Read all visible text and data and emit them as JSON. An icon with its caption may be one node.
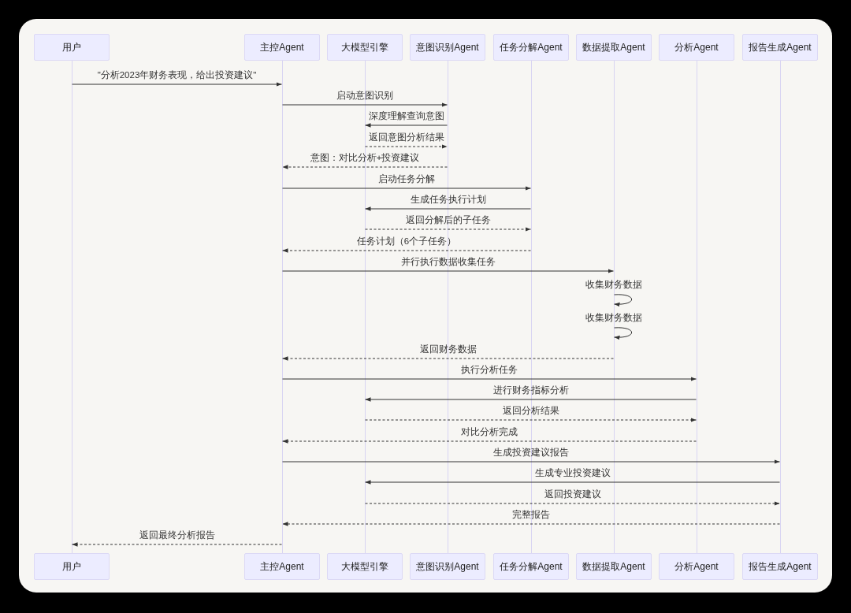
{
  "diagram": {
    "nodes": [
      {
        "text": [
          "用户"
        ]
      },
      {
        "text": [
          "主控Agent"
        ]
      },
      {
        "text": [
          "大模型引擎"
        ]
      },
      {
        "text": [
          "意图识别Agent"
        ]
      },
      {
        "text": [
          "任务分解Agent"
        ]
      },
      {
        "text": [
          "数据提取Agent"
        ]
      },
      {
        "text": [
          "分析Agent"
        ]
      },
      {
        "text": [
          "报告生成Agent"
        ]
      },
      {
        "text": [
          "用户"
        ]
      },
      {
        "text": [
          "主控Agent"
        ]
      },
      {
        "text": [
          "大模型引擎"
        ]
      },
      {
        "text": [
          "意图识别Agent"
        ]
      },
      {
        "text": [
          "任务分解Agent"
        ]
      },
      {
        "text": [
          "数据提取Agent"
        ]
      },
      {
        "text": [
          "分析Agent"
        ]
      },
      {
        "text": [
          "报告生成Agent"
        ]
      },
      {
        "text": [],
        "shape": "line"
      },
      {
        "text": [],
        "shape": "line"
      },
      {
        "text": [],
        "shape": "line"
      },
      {
        "text": [],
        "shape": "line"
      },
      {
        "text": [],
        "shape": "line"
      },
      {
        "text": [],
        "shape": "line"
      },
      {
        "text": [],
        "shape": "line"
      },
      {
        "text": [],
        "shape": "line"
      }
    ],
    "edges": [
      {
        "from": 16,
        "to": 17,
        "arrow": "to",
        "label": "\"分析2023年财务表现，给出投资建议\""
      },
      {
        "from": 17,
        "to": 19,
        "arrow": "to",
        "label": "启动意图识别"
      },
      {
        "from": 19,
        "to": 18,
        "arrow": "to",
        "label": "深度理解查询意图"
      },
      {
        "from": 18,
        "to": 19,
        "arrow": "to",
        "label": "返回意图分析结果",
        "style": "dashed"
      },
      {
        "from": 19,
        "to": 17,
        "arrow": "to",
        "label": "意图：对比分析+投资建议",
        "style": "dashed"
      },
      {
        "from": 17,
        "to": 20,
        "arrow": "to",
        "label": "启动任务分解"
      },
      {
        "from": 20,
        "to": 18,
        "arrow": "to",
        "label": "生成任务执行计划"
      },
      {
        "from": 18,
        "to": 20,
        "arrow": "to",
        "label": "返回分解后的子任务",
        "style": "dashed"
      },
      {
        "from": 20,
        "to": 17,
        "arrow": "to",
        "label": "任务计划（6个子任务）",
        "style": "dashed"
      },
      {
        "from": 17,
        "to": 21,
        "arrow": "to",
        "label": "并行执行数据收集任务"
      },
      {
        "from": 21,
        "to": 21,
        "arrow": "to",
        "label": "收集财务数据"
      },
      {
        "from": 21,
        "to": 21,
        "arrow": "to",
        "label": "收集财务数据"
      },
      {
        "from": 21,
        "to": 17,
        "arrow": "to",
        "label": "返回财务数据",
        "style": "dashed"
      },
      {
        "from": 17,
        "to": 22,
        "arrow": "to",
        "label": "执行分析任务"
      },
      {
        "from": 22,
        "to": 18,
        "arrow": "to",
        "label": "进行财务指标分析"
      },
      {
        "from": 18,
        "to": 22,
        "arrow": "to",
        "label": "返回分析结果",
        "style": "dashed"
      },
      {
        "from": 22,
        "to": 17,
        "arrow": "to",
        "label": "对比分析完成",
        "style": "dashed"
      },
      {
        "from": 17,
        "to": 23,
        "arrow": "to",
        "label": "生成投资建议报告"
      },
      {
        "from": 23,
        "to": 18,
        "arrow": "to",
        "label": "生成专业投资建议"
      },
      {
        "from": 18,
        "to": 23,
        "arrow": "to",
        "label": "返回投资建议",
        "style": "dashed"
      },
      {
        "from": 23,
        "to": 17,
        "arrow": "to",
        "label": "完整报告",
        "style": "dashed"
      },
      {
        "from": 17,
        "to": 16,
        "arrow": "to",
        "label": "返回最终分析报告",
        "style": "dashed"
      }
    ]
  }
}
